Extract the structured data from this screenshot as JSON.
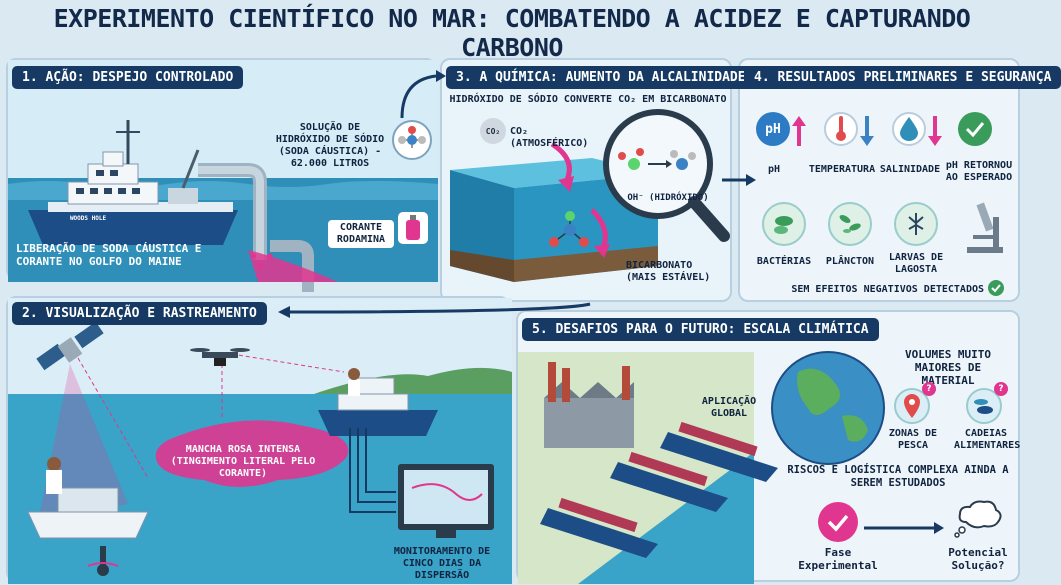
{
  "title": "EXPERIMENTO CIENTÍFICO NO MAR: COMBATENDO A ACIDEZ E CAPTURANDO CARBONO",
  "panel1": {
    "header": "1. AÇÃO: DESPEJO CONTROLADO",
    "ship_name": "WOODS HOLE",
    "solution_label": "SOLUÇÃO DE HIDRÓXIDO DE SÓDIO (SODA CÁUSTICA) - 62.000 LITROS",
    "dye_label": "CORANTE RODAMINA",
    "release_text": "LIBERAÇÃO DE SODA CÁUSTICA E CORANTE NO GOLFO DO MAINE"
  },
  "panel3": {
    "header": "3. A QUÍMICA: AUMENTO DA ALCALINIDADE",
    "subtitle": "HIDRÓXIDO DE SÓDIO CONVERTE CO₂ EM BICARBONATO",
    "co2_badge": "CO₂",
    "co2_label": "CO₂ (ATMOSFÉRICO)",
    "oh_label": "OH⁻ (HIDRÓXIDO)",
    "bicarbonate_label": "BICARBONATO (MAIS ESTÁVEL)"
  },
  "panel4": {
    "header": "4. RESULTADOS PRELIMINARES E SEGURANÇA",
    "ph_icon_text": "pH",
    "indicators": [
      "pH",
      "TEMPERATURA",
      "SALINIDADE",
      "pH RETORNOU AO ESPERADO"
    ],
    "organisms": [
      "BACTÉRIAS",
      "PLÂNCTON",
      "LARVAS DE LAGOSTA"
    ],
    "footer": "SEM EFEITOS NEGATIVOS DETECTADOS"
  },
  "panel2": {
    "header": "2. VISUALIZAÇÃO E RASTREAMENTO",
    "patch_label": "MANCHA ROSA INTENSA (TINGIMENTO LITERAL PELO CORANTE)",
    "monitor_label": "MONITORAMENTO DE CINCO DIAS DA DISPERSÃO"
  },
  "panel5": {
    "header": "5. DESAFIOS PARA O FUTURO: ESCALA CLIMÁTICA",
    "global_label": "APLICAÇÃO GLOBAL",
    "volumes_label": "VOLUMES MUITO MAIORES DE MATERIAL",
    "fishing_label": "ZONAS DE PESCA",
    "food_label": "CADEIAS ALIMENTARES",
    "risks_label": "RISCOS E LOGÍSTICA COMPLEXA AINDA A SEREM ESTUDADOS",
    "experimental_label": "Fase Experimental",
    "solution_label": "Potencial Solução?"
  },
  "colors": {
    "navy": "#163a63",
    "pink": "#e0368f",
    "sea": "#2f8fb8",
    "green": "#3a9c5a"
  }
}
